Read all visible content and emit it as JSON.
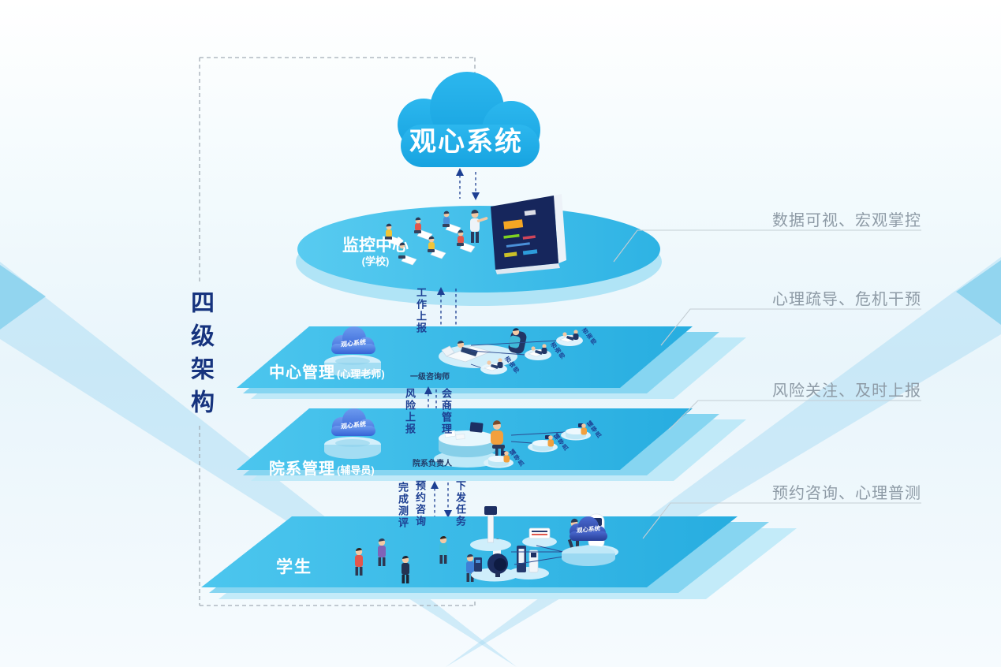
{
  "bracket": {
    "label": "四级架构"
  },
  "system_cloud": {
    "label": "观心系统"
  },
  "levels": [
    {
      "name": "monitor-center",
      "title": "监控中心",
      "subtitle": "(学校)",
      "annotation": "数据可视、宏观掌控"
    },
    {
      "name": "center-management",
      "title": "中心管理",
      "subtitle": "(心理老师)",
      "cloud_label": "观心系统",
      "primary_role": "一级咨询师",
      "member_roles": [
        "咨询师",
        "咨询师",
        "咨询师"
      ],
      "annotation": "心理疏导、危机干预"
    },
    {
      "name": "department-management",
      "title": "院系管理",
      "subtitle": "(辅导员)",
      "cloud_label": "观心系统",
      "primary_role": "院系负责人",
      "member_roles": [
        "辅导员",
        "辅导员",
        "辅导员"
      ],
      "annotation": "风险关注、及时上报"
    },
    {
      "name": "students",
      "title": "学生",
      "cloud_label": "观心系统",
      "annotation": "预约咨询、心理普测"
    }
  ],
  "flows": {
    "work_report": "工作上报",
    "risk_report": "风险上报",
    "consultation_management": "会商管理",
    "complete_assessment": "完成测评",
    "appointment_consultation": "预约咨询",
    "dispatch_task": "下发任务"
  },
  "colors": {
    "main_cloud": "#1FAEE9",
    "layer_face": "#31B7E8",
    "layer_sheet": "#A8E0F6",
    "navy_text": "#1D3F92",
    "mini_cloud": "#3D6AD6",
    "student_cloud": "#2B4EC2",
    "annotation_text": "#8E9BA6"
  }
}
